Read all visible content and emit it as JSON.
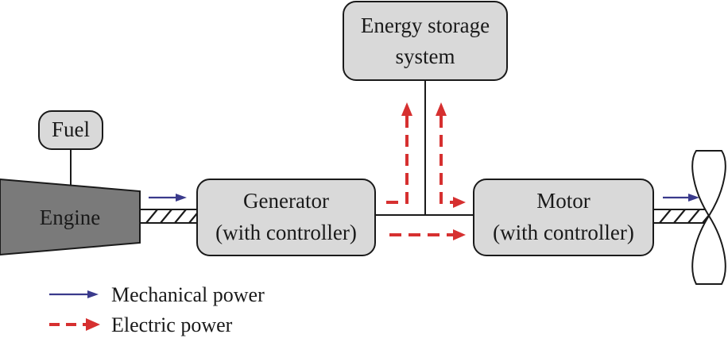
{
  "nodes": {
    "fuel": "Fuel",
    "engine": "Engine",
    "generator": {
      "line1": "Generator",
      "line2": "(with controller)"
    },
    "motor": {
      "line1": "Motor",
      "line2": "(with controller)"
    },
    "storage": {
      "line1": "Energy storage",
      "line2": "system"
    }
  },
  "legend": {
    "mechanical": "Mechanical power",
    "electric": "Electric power"
  },
  "colors": {
    "mechanical_arrow": "#3a3a8c",
    "electric_arrow": "#d63030",
    "box_fill": "#d9d9d9",
    "engine_fill": "#7a7a7a"
  }
}
